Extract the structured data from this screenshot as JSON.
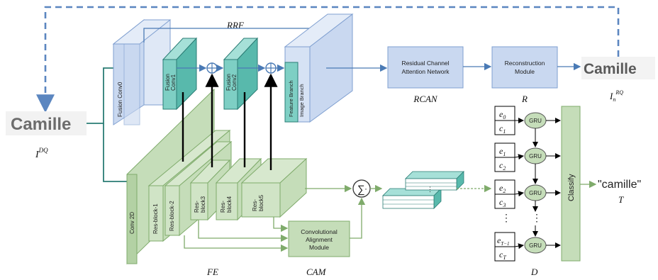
{
  "input_image_text": "Camille",
  "output_image_text": "Camille",
  "labels": {
    "i_dq": "I",
    "i_dq_sup": "DQ",
    "i_rq": "I",
    "i_rq_sub": "n",
    "i_rq_sup": "RQ",
    "rrf": "RRF",
    "fe": "FE",
    "cam": "CAM",
    "rcan": "RCAN",
    "r": "R",
    "d": "D",
    "t": "T"
  },
  "rrf": {
    "fusion_conv0": "Fusion Conv0",
    "fusion_conv1": [
      "Fusion",
      "Conv1"
    ],
    "fusion_conv2": [
      "Fusion",
      "Conv2"
    ],
    "feature_branch": "Feature Branch",
    "image_branch": "Image Branch"
  },
  "fe": {
    "conv2d": "Conv 2D",
    "resblock1": "Res-block-1",
    "resblock2": "Res-block-2",
    "resblock3": [
      "Res-",
      "block3"
    ],
    "resblock4": [
      "Res-",
      "block4"
    ],
    "resblock5": [
      "Res-",
      "block5"
    ]
  },
  "cam_box": [
    "Convolutional",
    "Alignment",
    "Module"
  ],
  "rcan_box": [
    "Residual Channel",
    "Attention Network"
  ],
  "recon_box": [
    "Reconstruction",
    "Module"
  ],
  "sum_symbol": "∑",
  "sum_dot": "·",
  "decoder": {
    "gru": "GRU",
    "classify": "Classify",
    "output_text": "\"camille\"",
    "inputs": [
      {
        "e": "e",
        "e_sub": "0",
        "c": "c",
        "c_sub": "1"
      },
      {
        "e": "e",
        "e_sub": "1",
        "c": "c",
        "c_sub": "2"
      },
      {
        "e": "e",
        "e_sub": "2",
        "c": "c",
        "c_sub": "3"
      },
      {
        "e": "e",
        "e_sub": "T−1",
        "c": "c",
        "c_sub": "T"
      }
    ],
    "ellipsis": "⋮"
  },
  "colors": {
    "blue_fill": "#c9d8f0",
    "blue_stroke": "#7f9fd0",
    "teal_fill": "#7ecfc4",
    "teal_stroke": "#2a7c74",
    "green_fill": "#c5ddb9",
    "green_stroke": "#7fab6b",
    "arrow_blue": "#4a7ab5",
    "arrow_green": "#7fab6b",
    "arrow_teal": "#2a7c74"
  }
}
